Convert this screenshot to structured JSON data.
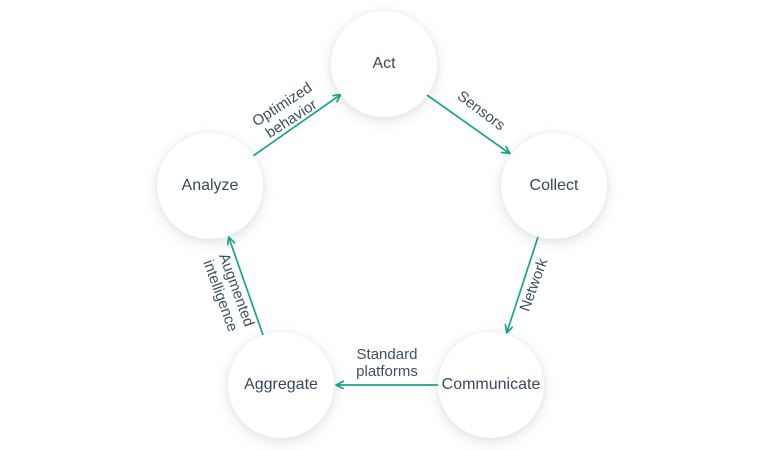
{
  "diagram": {
    "type": "cycle",
    "accent_color": "#15a689",
    "text_color": "#36495c",
    "background_color": "#ffffff",
    "nodes": [
      {
        "id": "act",
        "label": "Act"
      },
      {
        "id": "collect",
        "label": "Collect"
      },
      {
        "id": "communicate",
        "label": "Communicate"
      },
      {
        "id": "aggregate",
        "label": "Aggregate"
      },
      {
        "id": "analyze",
        "label": "Analyze"
      }
    ],
    "edges": [
      {
        "from": "act",
        "to": "collect",
        "label": "Sensors"
      },
      {
        "from": "collect",
        "to": "communicate",
        "label": "Network"
      },
      {
        "from": "communicate",
        "to": "aggregate",
        "label": "Standard platforms"
      },
      {
        "from": "aggregate",
        "to": "analyze",
        "label": "Augmented intelligence"
      },
      {
        "from": "analyze",
        "to": "act",
        "label": "Optimized behavior"
      }
    ]
  }
}
